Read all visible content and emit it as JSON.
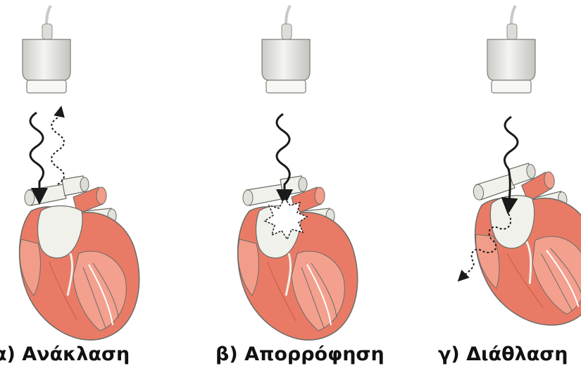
{
  "panels": [
    {
      "caption": "α) Ανάκλαση"
    },
    {
      "caption": "β) Απορρόφηση"
    },
    {
      "caption": "γ) Διάθλαση"
    }
  ],
  "colors": {
    "muscle": "#e97b66",
    "muscle_dark": "#c85a48",
    "vessel": "#f1f1ec",
    "probe": "#e6e7e4",
    "wave": "#1a1a1a"
  },
  "icons": [
    "ultrasound-probe-icon",
    "heart-icon",
    "wave-arrow-icon",
    "dotted-wave-arrow-icon",
    "burst-icon"
  ]
}
